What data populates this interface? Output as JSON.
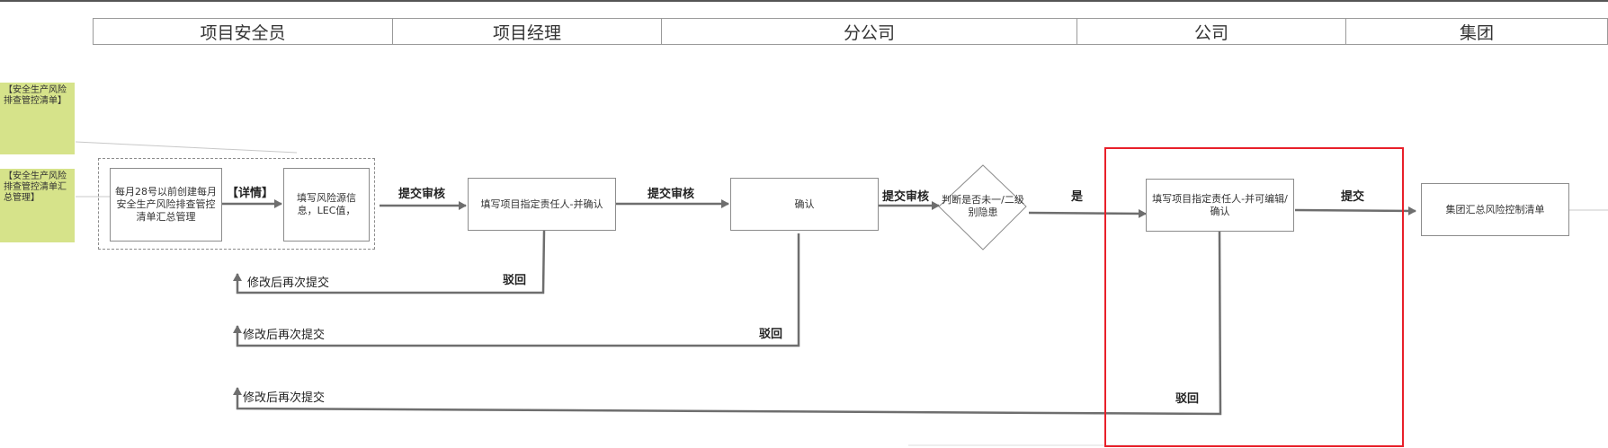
{
  "lanes": [
    "项目安全员",
    "项目经理",
    "分公司",
    "公司",
    "集团"
  ],
  "side_notes": [
    "【安全生产风险排查管控清单】",
    "【安全生产风险排查管控清单汇总管理】"
  ],
  "nodes": {
    "monthly_create": "每月28号以前创建每月安全生产风险排查管控清单汇总管理",
    "fill_risk": "填写风险源信息，LEC值，",
    "pm_assign": "填写项目指定责任人-并确认",
    "branch_confirm": "确认",
    "decision": "判断是否未一/二级别隐患",
    "company_assign": "填写项目指定责任人-并可编辑/确认",
    "group_list": "集团汇总风险控制清单"
  },
  "edge_labels": {
    "details": "【详情】",
    "submit_review_1": "提交审核",
    "submit_review_2": "提交审核",
    "submit_review_3": "提交审核",
    "yes": "是",
    "submit": "提交",
    "reject_1": "驳回",
    "reject_2": "驳回",
    "reject_3": "驳回",
    "resubmit_1": "修改后再次提交",
    "resubmit_2": "修改后再次提交",
    "resubmit_3": "修改后再次提交"
  },
  "colors": {
    "side_note_fill": "#d6e38a",
    "highlight_frame": "#e8202a",
    "connector": "#6e6e6e"
  }
}
